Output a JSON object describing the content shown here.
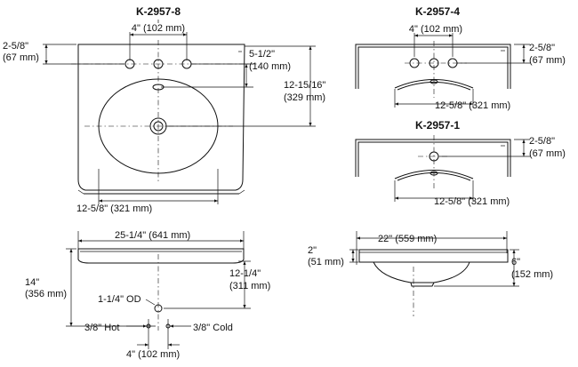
{
  "views": {
    "k2957_8": {
      "model": "K-2957-8",
      "dim_faucet_spacing": "4\" (102 mm)",
      "dim_top_a": "2-5/8\"",
      "dim_top_b": "(67 mm)",
      "dim_drain_a": "5-1/2\"",
      "dim_drain_b": "(140 mm)",
      "dim_depth_a": "12-15/16\"",
      "dim_depth_b": "(329 mm)",
      "dim_bowl_width": "12-5/8\" (321 mm)"
    },
    "k2957_4": {
      "model": "K-2957-4",
      "dim_faucet_spacing": "4\" (102 mm)",
      "dim_top_a": "2-5/8\"",
      "dim_top_b": "(67 mm)",
      "dim_bowl_width": "12-5/8\" (321 mm)"
    },
    "k2957_1": {
      "model": "K-2957-1",
      "dim_top_a": "2-5/8\"",
      "dim_top_b": "(67 mm)",
      "dim_bowl_width": "12-5/8\" (321 mm)"
    },
    "top_outline": {
      "dim_width": "25-1/4\" (641 mm)",
      "dim_depth_a": "14\"",
      "dim_depth_b": "(356 mm)",
      "dim_bowl_depth_a": "12-1/4\"",
      "dim_bowl_depth_b": "(311 mm)",
      "dim_drain": "1-1/4\" OD",
      "dim_hot": "3/8\" Hot",
      "dim_cold": "3/8\" Cold",
      "dim_supply_spacing": "4\" (102 mm)"
    },
    "section": {
      "dim_width": "22\" (559 mm)",
      "dim_rim_a": "2\"",
      "dim_rim_b": "(51 mm)",
      "dim_height_a": "6\"",
      "dim_height_b": "(152 mm)"
    }
  }
}
